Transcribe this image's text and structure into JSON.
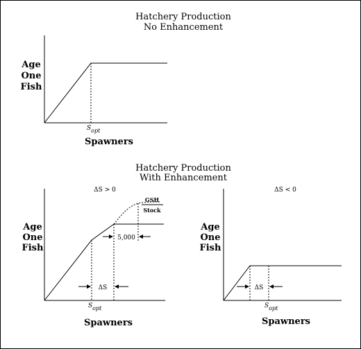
{
  "top": {
    "title1": "Hatchery Production",
    "title2": "No Enhancement",
    "ylabel": [
      "Age",
      "One",
      "Fish"
    ],
    "xlabel": "Spawners",
    "s_opt_main": "S",
    "s_opt_sub": "opt"
  },
  "bottom": {
    "title1": "Hatchery Production",
    "title2": "With Enhancement",
    "left": {
      "condition": "ΔS > 0",
      "ylabel": [
        "Age",
        "One",
        "Fish"
      ],
      "xlabel": "Spawners",
      "gsh_line1": "GSH",
      "gsh_line2": "Stock",
      "value_5000": "5,000",
      "delta_s": "ΔS",
      "s_opt_main": "S",
      "s_opt_sub": "opt"
    },
    "right": {
      "condition": "ΔS < 0",
      "ylabel": [
        "Age",
        "One",
        "Fish"
      ],
      "xlabel": "Spawners",
      "delta_s": "ΔS",
      "s_opt_main": "S",
      "s_opt_sub": "opt"
    }
  }
}
